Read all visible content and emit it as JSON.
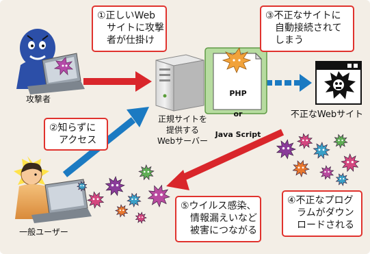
{
  "nodes": {
    "attacker": "攻撃者",
    "server": "正規サイトを\n提供する\nWebサーバー",
    "malicious_site": "不正なWebサイト",
    "user": "一般ユーザー"
  },
  "script_doc": {
    "line1": "PHP",
    "line2": "or",
    "line3": "Java Script"
  },
  "callouts": {
    "step1": "①正しいWeb\n　サイトに攻撃\n　者が仕掛け",
    "step2": "②知らずに\n　アクセス",
    "step3": "③不正なサイトに\n　自動接続されて\n　しまう",
    "step4": "④不正なプログ\n　ラムがダウン\n　ロードされる",
    "step5": "⑤ウイルス感染、\n　情報漏えいなど\n　被害につながる"
  },
  "colors": {
    "background": "#f3eee6",
    "callout_border": "#e0322d",
    "attack_arrow": "#d9262b",
    "access_arrow": "#1b7ac2",
    "redirect_arrow": "#1b7ac2",
    "virus_palette": [
      "#8a3b9a",
      "#d4477f",
      "#3aa0c7",
      "#5fae55",
      "#e8782f",
      "#b94b9f"
    ]
  }
}
